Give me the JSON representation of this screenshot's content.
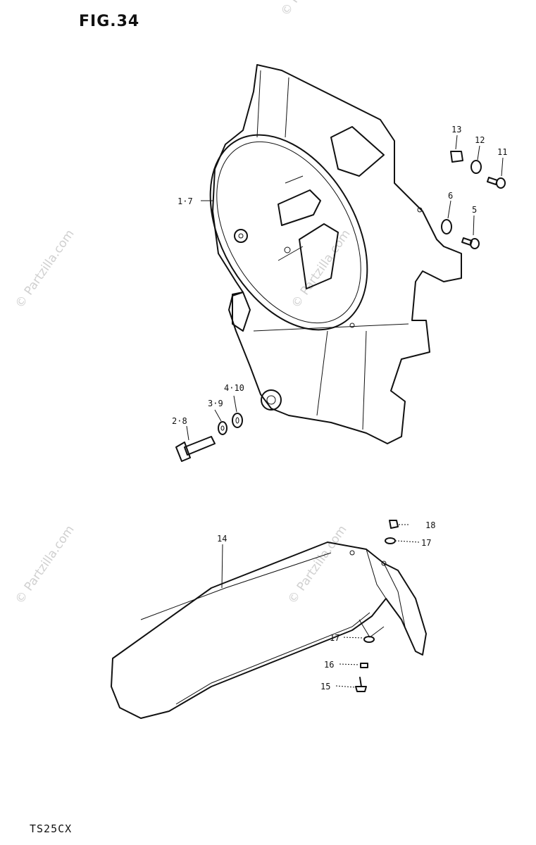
{
  "figure": {
    "title": "FIG.34",
    "model": "TS25CX"
  },
  "watermark": {
    "text": "© Partzilla.com"
  },
  "callouts": {
    "c1_7": "1·7",
    "c2_8": "2·8",
    "c3_9": "3·9",
    "c4_10": "4·10",
    "c5": "5",
    "c6": "6",
    "c11": "11",
    "c12": "12",
    "c13": "13",
    "c14": "14",
    "c15": "15",
    "c16": "16",
    "c17a": "17",
    "c17b": "17",
    "c18": "18"
  }
}
